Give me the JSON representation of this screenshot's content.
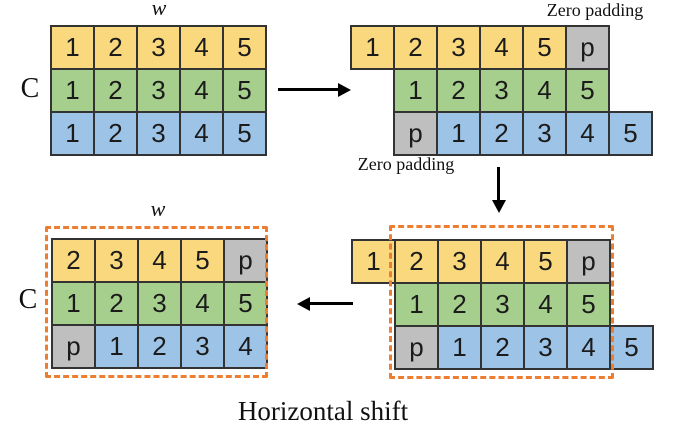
{
  "colors": {
    "yellow": "#FAD97E",
    "green": "#A6CF8D",
    "blue": "#9DC3E6",
    "gray": "#BFBFBF",
    "cell_border": "#333333",
    "dashed_outline": "#ED7D31",
    "arrow": "#000000"
  },
  "labels": {
    "w_top": "w",
    "c_top": "C",
    "w_bottom": "w",
    "c_bottom": "C",
    "zero_padding_top": "Zero padding",
    "zero_padding_bottom": "Zero padding",
    "caption": "Horizontal shift"
  },
  "diagrams": {
    "top_left": {
      "description": "original C x w feature map",
      "rows": [
        {
          "offset": 0,
          "cells": [
            [
              "1",
              "yellow"
            ],
            [
              "2",
              "yellow"
            ],
            [
              "3",
              "yellow"
            ],
            [
              "4",
              "yellow"
            ],
            [
              "5",
              "yellow"
            ]
          ]
        },
        {
          "offset": 0,
          "cells": [
            [
              "1",
              "green"
            ],
            [
              "2",
              "green"
            ],
            [
              "3",
              "green"
            ],
            [
              "4",
              "green"
            ],
            [
              "5",
              "green"
            ]
          ]
        },
        {
          "offset": 0,
          "cells": [
            [
              "1",
              "blue"
            ],
            [
              "2",
              "blue"
            ],
            [
              "3",
              "blue"
            ],
            [
              "4",
              "blue"
            ],
            [
              "5",
              "blue"
            ]
          ]
        }
      ]
    },
    "top_right": {
      "description": "rows shifted with zero padding",
      "rows": [
        {
          "offset": 0,
          "cells": [
            [
              "1",
              "yellow"
            ],
            [
              "2",
              "yellow"
            ],
            [
              "3",
              "yellow"
            ],
            [
              "4",
              "yellow"
            ],
            [
              "5",
              "yellow"
            ],
            [
              "p",
              "gray"
            ]
          ]
        },
        {
          "offset": 1,
          "cells": [
            [
              "1",
              "green"
            ],
            [
              "2",
              "green"
            ],
            [
              "3",
              "green"
            ],
            [
              "4",
              "green"
            ],
            [
              "5",
              "green"
            ]
          ]
        },
        {
          "offset": 1,
          "cells": [
            [
              "p",
              "gray"
            ],
            [
              "1",
              "blue"
            ],
            [
              "2",
              "blue"
            ],
            [
              "3",
              "blue"
            ],
            [
              "4",
              "blue"
            ],
            [
              "5",
              "blue"
            ]
          ]
        }
      ]
    },
    "bottom_right": {
      "description": "shifted rows with crop window",
      "rows": [
        {
          "offset": 0,
          "cells": [
            [
              "1",
              "yellow"
            ],
            [
              "2",
              "yellow"
            ],
            [
              "3",
              "yellow"
            ],
            [
              "4",
              "yellow"
            ],
            [
              "5",
              "yellow"
            ],
            [
              "p",
              "gray"
            ]
          ]
        },
        {
          "offset": 1,
          "cells": [
            [
              "1",
              "green"
            ],
            [
              "2",
              "green"
            ],
            [
              "3",
              "green"
            ],
            [
              "4",
              "green"
            ],
            [
              "5",
              "green"
            ]
          ]
        },
        {
          "offset": 1,
          "cells": [
            [
              "p",
              "gray"
            ],
            [
              "1",
              "blue"
            ],
            [
              "2",
              "blue"
            ],
            [
              "3",
              "blue"
            ],
            [
              "4",
              "blue"
            ],
            [
              "5",
              "blue"
            ]
          ]
        }
      ]
    },
    "bottom_left": {
      "description": "resulting horizontally shifted feature map",
      "rows": [
        {
          "offset": 0,
          "cells": [
            [
              "2",
              "yellow"
            ],
            [
              "3",
              "yellow"
            ],
            [
              "4",
              "yellow"
            ],
            [
              "5",
              "yellow"
            ],
            [
              "p",
              "gray"
            ]
          ]
        },
        {
          "offset": 0,
          "cells": [
            [
              "1",
              "green"
            ],
            [
              "2",
              "green"
            ],
            [
              "3",
              "green"
            ],
            [
              "4",
              "green"
            ],
            [
              "5",
              "green"
            ]
          ]
        },
        {
          "offset": 0,
          "cells": [
            [
              "p",
              "gray"
            ],
            [
              "1",
              "blue"
            ],
            [
              "2",
              "blue"
            ],
            [
              "3",
              "blue"
            ],
            [
              "4",
              "blue"
            ]
          ]
        }
      ]
    }
  }
}
